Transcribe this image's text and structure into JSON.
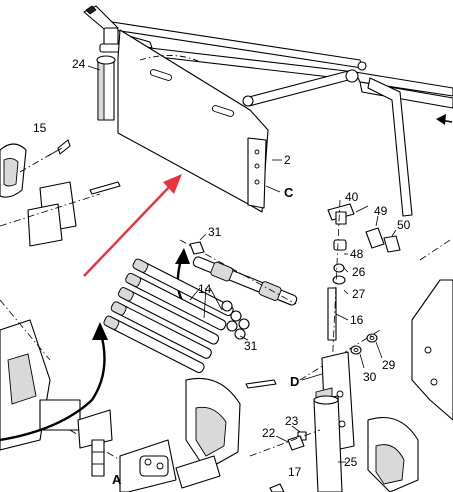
{
  "callouts": {
    "c24": "24",
    "c15": "15",
    "c2": "2",
    "cC": "C",
    "c40": "40",
    "c49": "49",
    "c50": "50",
    "c48": "48",
    "c26": "26",
    "c27": "27",
    "c16": "16",
    "c29": "29",
    "c30": "30",
    "cD": "D",
    "c31a": "31",
    "c14": "14",
    "c31b": "31",
    "c23": "23",
    "c22": "22",
    "c25": "25",
    "c17": "17",
    "cA": "A"
  },
  "colors": {
    "red_arrow": "#e8323c",
    "line": "#000000",
    "shade": "#d9d9d9"
  }
}
